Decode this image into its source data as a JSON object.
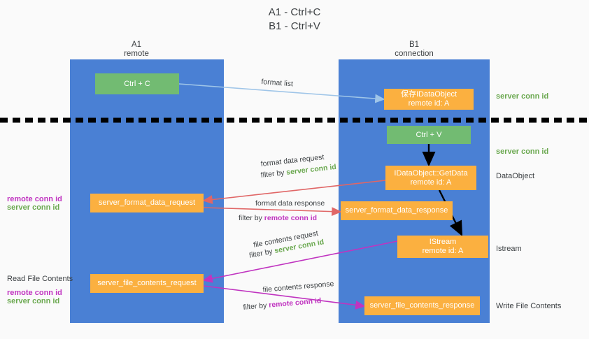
{
  "title": "A1 - Ctrl+C\nB1 - Ctrl+V",
  "colors": {
    "lane": "#4a80d4",
    "green_box": "#72bb72",
    "orange_box": "#fbb040",
    "green_text": "#6aa84f",
    "magenta_text": "#c034c0",
    "red_arrow": "#e06666",
    "magenta_arrow": "#c034c0",
    "blue_arrow": "#9fc5e8",
    "black_arrow": "#000000",
    "divider": "#000000",
    "background": "#fafafa"
  },
  "lanes": [
    {
      "name": "a1",
      "header": "A1\nremote"
    },
    {
      "name": "b1",
      "header": "B1\nconnection"
    }
  ],
  "nodes": {
    "ctrl_c": "Ctrl + C",
    "ctrl_v": "Ctrl + V",
    "save_dataobject": "保存IDataObject\nremote id: A",
    "getdata": "IDataObject::GetData\nremote id: A",
    "istream": "IStream\nremote id: A",
    "server_format_data_request": "server_format_data_request",
    "server_format_data_response": "server_format_data_response",
    "server_file_contents_request": "server_file_contents_request",
    "server_file_contents_response": "server_file_contents_response"
  },
  "right_labels": {
    "server_conn_id_top": "server conn id",
    "server_conn_id_mid": "server conn id",
    "dataobject": "DataObject",
    "istream": "Istream",
    "write_file_contents": "Write File Contents"
  },
  "left_labels": {
    "format_remote_conn_id": "remote conn id",
    "format_server_conn_id": "server conn id",
    "read_file_contents": "Read File Contents",
    "file_remote_conn_id": "remote conn id",
    "file_server_conn_id": "server conn id"
  },
  "edge_labels": {
    "format_list": "format list",
    "format_data_request": "format data request",
    "format_data_request_filter_prefix": "filter by ",
    "format_data_request_filter_key": "server conn id",
    "format_data_response": "format data response",
    "format_data_response_filter_prefix": "filter by ",
    "format_data_response_filter_key": "remote conn id",
    "file_contents_request": "file contents request",
    "file_contents_request_filter_prefix": "filter by ",
    "file_contents_request_filter_key": "server conn id",
    "file_contents_response": "file contents response",
    "file_contents_response_filter_prefix": "filter by ",
    "file_contents_response_filter_key": "remote conn id"
  }
}
